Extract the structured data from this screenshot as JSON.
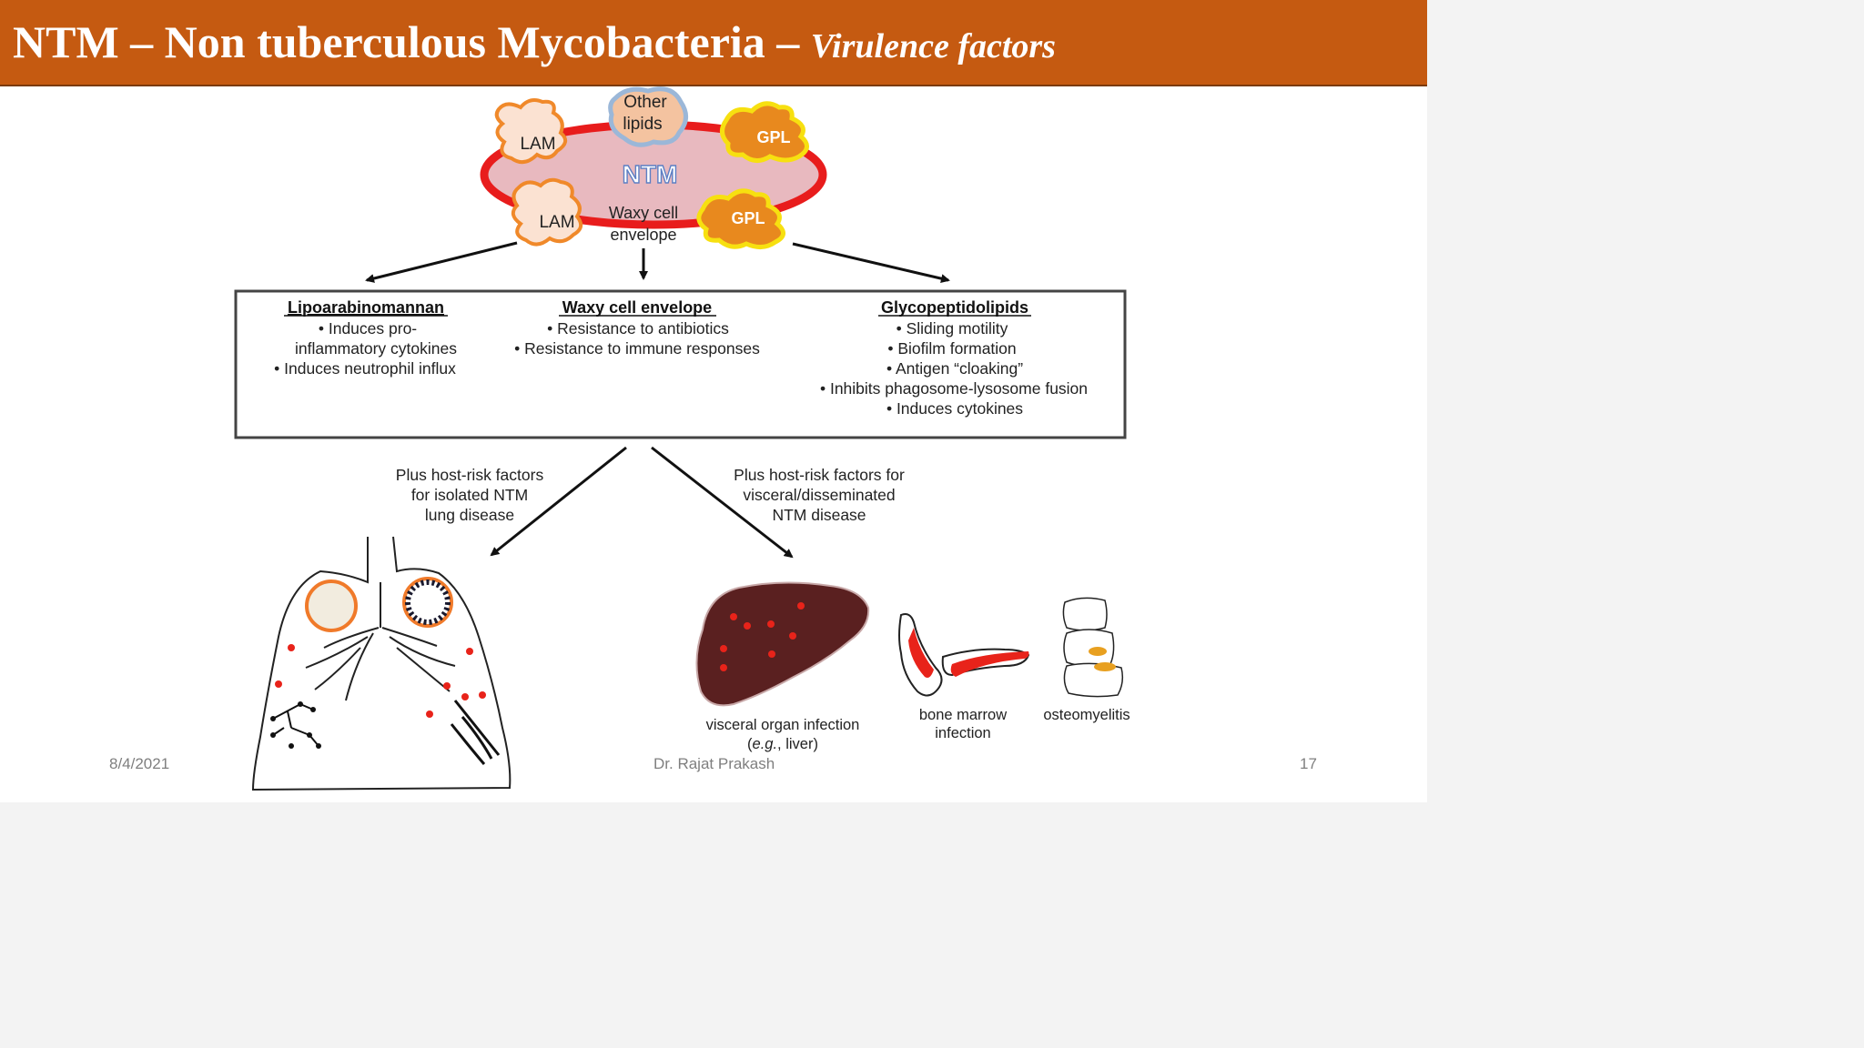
{
  "slide": {
    "title": "NTM – Non tuberculous Mycobacteria –",
    "subtitle": "Virulence factors"
  },
  "cell": {
    "center_label": "NTM",
    "envelope_label_1": "Waxy cell",
    "envelope_label_2": "envelope",
    "lam_label": "LAM",
    "gpl_label": "GPL",
    "other_lipids_1": "Other",
    "other_lipids_2": "lipids"
  },
  "box": {
    "col1": {
      "heading": "Lipoarabinomannan",
      "lines": [
        "•  Induces pro-",
        "inflammatory cytokines",
        "•  Induces neutrophil influx"
      ]
    },
    "col2": {
      "heading": "Waxy cell envelope",
      "lines": [
        "•  Resistance to antibiotics",
        "•  Resistance to immune responses"
      ]
    },
    "col3": {
      "heading": "Glycopeptidolipids",
      "lines": [
        "•  Sliding motility",
        "•  Biofilm formation",
        "•  Antigen “cloaking”",
        "•  Inhibits phagosome-lysosome fusion",
        "•  Induces cytokines"
      ]
    }
  },
  "branches": {
    "left": [
      "Plus host-risk factors",
      "for isolated NTM",
      "lung disease"
    ],
    "right": [
      "Plus host-risk factors for",
      "visceral/disseminated",
      "NTM disease"
    ]
  },
  "labels": {
    "visceral_1": "visceral organ infection",
    "visceral_2_eg": "e.g.",
    "visceral_2_rest": ", liver)",
    "visceral_2_open": "(",
    "bone_marrow_1": "bone marrow",
    "bone_marrow_2": "infection",
    "osteomyelitis": "osteomyelitis"
  },
  "footer": {
    "date": "8/4/2021",
    "author": "Dr. Rajat Prakash",
    "page": "17"
  },
  "colors": {
    "title_bar": "#c55a11",
    "cell_fill": "#e8b9bf",
    "cell_outline": "#e81c1c",
    "lam_fill": "#fbe2d2",
    "lam_outline": "#f0892a",
    "gpl_fill": "#e8891e",
    "gpl_outline": "#f7e010",
    "other_lipids_fill": "#f4c3a0",
    "other_lipids_outline": "#9bb7d8",
    "liver": "#5a2020",
    "dots": "#e8231a"
  }
}
